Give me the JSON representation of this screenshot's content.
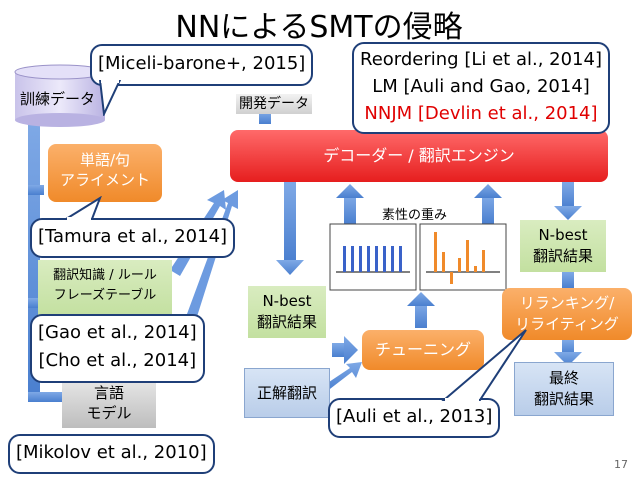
{
  "title": "NNによるSMTの侵略",
  "nodes": {
    "training_data": "訓練データ",
    "dev_data": "開発データ",
    "alignment": [
      "単語/句",
      "アライメント"
    ],
    "knowledge": [
      "翻訳知識 / ルール",
      "フレーズテーブル"
    ],
    "lm": [
      "言語",
      "モデル"
    ],
    "decoder": "デコーダー / 翻訳エンジン",
    "feature_weights": "素性の重み",
    "nbest_left": [
      "N-best",
      "翻訳結果"
    ],
    "nbest_right": [
      "N-best",
      "翻訳結果"
    ],
    "tuning": "チューニング",
    "reranking": [
      "リランキング/",
      "リライティング"
    ],
    "reference": "正解翻訳",
    "final": [
      "最終",
      "翻訳結果"
    ]
  },
  "callouts": {
    "miceli": "[Miceli-barone+, 2015]",
    "tamura": "[Tamura et al., 2014]",
    "gao": "[Gao et al., 2014]",
    "cho": "[Cho et al., 2014]",
    "mikolov": "[Mikolov et al., 2010]",
    "li": "Reordering [Li et al., 2014]",
    "auli_gao": "LM [Auli and Gao, 2014]",
    "devlin": "NNJM [Devlin et al., 2014]",
    "auli2013": "[Auli et al., 2013]"
  },
  "page_number": "17",
  "colors": {
    "arrow_blue": "#5b8fd6",
    "orange": "#f08a2a",
    "red": "#e61e1e",
    "green": "#c3e0a0",
    "callout_border": "#1f3f78",
    "devlin_text": "#e00000"
  }
}
